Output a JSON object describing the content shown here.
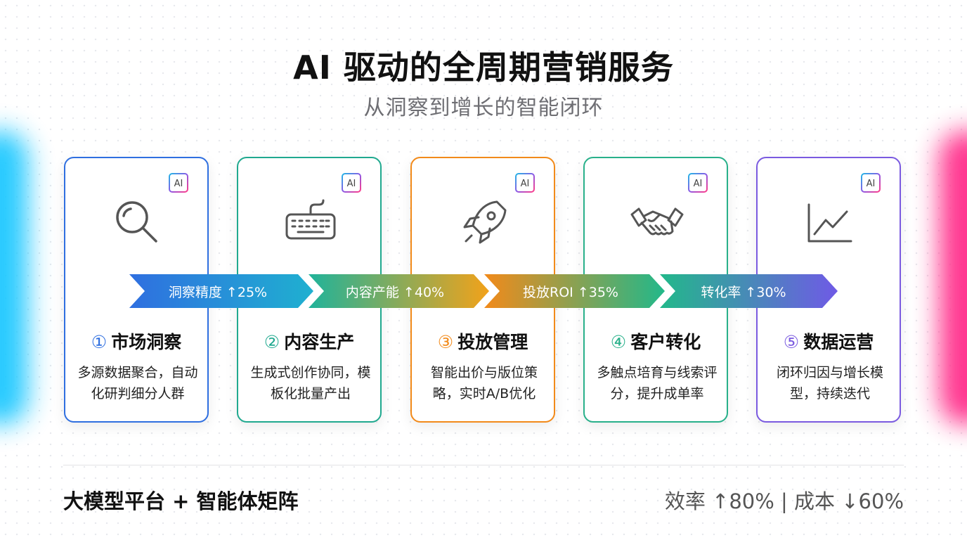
{
  "header": {
    "title": "AI 驱动的全周期营销服务",
    "subtitle": "从洞察到增长的智能闭环"
  },
  "chip_label": "AI",
  "cards": [
    {
      "num": "①",
      "title": "市场洞察",
      "desc": "多源数据聚合，自动化研判细分人群",
      "icon": "magnifier-icon",
      "color": "#2f6fe0"
    },
    {
      "num": "②",
      "title": "内容生产",
      "desc": "生成式创作协同，模板化批量产出",
      "icon": "keyboard-icon",
      "color": "#20a98f"
    },
    {
      "num": "③",
      "title": "投放管理",
      "desc": "智能出价与版位策略，实时A/B优化",
      "icon": "rocket-icon",
      "color": "#f28a1a"
    },
    {
      "num": "④",
      "title": "客户转化",
      "desc": "多触点培育与线索评分，提升成单率",
      "icon": "handshake-icon",
      "color": "#28b08a"
    },
    {
      "num": "⑤",
      "title": "数据运营",
      "desc": "闭环归因与增长模型，持续迭代",
      "icon": "line-chart-icon",
      "color": "#7a5ae0"
    }
  ],
  "metrics": [
    {
      "label": "洞察精度 ↑25%"
    },
    {
      "label": "内容产能 ↑40%"
    },
    {
      "label": "投放ROI ↑35%"
    },
    {
      "label": "转化率 ↑30%"
    }
  ],
  "footer": {
    "left": "大模型平台 + 智能体矩阵",
    "right": "效率 ↑80% | 成本 ↓60%"
  },
  "colors": {
    "glow_left": "#1ec8ff",
    "glow_right": "#ff2d8a",
    "arrow_1": [
      "#2f6fe0",
      "#1fb0d0"
    ],
    "arrow_2": [
      "#20b39a",
      "#f2a21a"
    ],
    "arrow_3": [
      "#f28a1a",
      "#22b88a"
    ],
    "arrow_4": [
      "#22b88a",
      "#6f5ae6"
    ]
  }
}
